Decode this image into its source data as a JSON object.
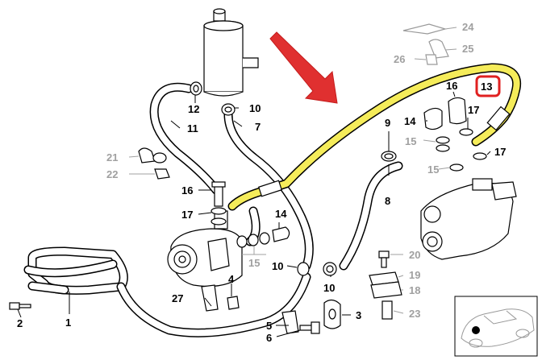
{
  "colors": {
    "highlight": "#f5ec5a",
    "arrow": "#e03030",
    "callout_box": "#e02020",
    "grey_label": "#a0a0a0"
  },
  "callouts": [
    {
      "id": "c1",
      "text": "1",
      "grey": false
    },
    {
      "id": "c2",
      "text": "2",
      "grey": false
    },
    {
      "id": "c3",
      "text": "3",
      "grey": false
    },
    {
      "id": "c4",
      "text": "4",
      "grey": false
    },
    {
      "id": "c5",
      "text": "5",
      "grey": false
    },
    {
      "id": "c6",
      "text": "6",
      "grey": false
    },
    {
      "id": "c7",
      "text": "7",
      "grey": false
    },
    {
      "id": "c8",
      "text": "8",
      "grey": false
    },
    {
      "id": "c9",
      "text": "9",
      "grey": false
    },
    {
      "id": "c10a",
      "text": "10",
      "grey": false
    },
    {
      "id": "c10b",
      "text": "10",
      "grey": false
    },
    {
      "id": "c10c",
      "text": "10",
      "grey": false
    },
    {
      "id": "c11",
      "text": "11",
      "grey": false
    },
    {
      "id": "c12",
      "text": "12",
      "grey": false
    },
    {
      "id": "c13",
      "text": "13",
      "grey": false,
      "highlighted": true
    },
    {
      "id": "c14a",
      "text": "14",
      "grey": false
    },
    {
      "id": "c14b",
      "text": "14",
      "grey": false
    },
    {
      "id": "c15a",
      "text": "15",
      "grey": true
    },
    {
      "id": "c15b",
      "text": "15",
      "grey": true
    },
    {
      "id": "c15c",
      "text": "15",
      "grey": true
    },
    {
      "id": "c16a",
      "text": "16",
      "grey": false
    },
    {
      "id": "c16b",
      "text": "16",
      "grey": false
    },
    {
      "id": "c17a",
      "text": "17",
      "grey": false
    },
    {
      "id": "c17b",
      "text": "17",
      "grey": false
    },
    {
      "id": "c17c",
      "text": "17",
      "grey": false
    },
    {
      "id": "c18",
      "text": "18",
      "grey": true
    },
    {
      "id": "c19",
      "text": "19",
      "grey": true
    },
    {
      "id": "c20",
      "text": "20",
      "grey": true
    },
    {
      "id": "c21",
      "text": "21",
      "grey": true
    },
    {
      "id": "c22",
      "text": "22",
      "grey": true
    },
    {
      "id": "c23",
      "text": "23",
      "grey": true
    },
    {
      "id": "c24",
      "text": "24",
      "grey": true
    },
    {
      "id": "c25",
      "text": "25",
      "grey": true
    },
    {
      "id": "c26",
      "text": "26",
      "grey": true
    },
    {
      "id": "c27",
      "text": "27",
      "grey": false
    }
  ],
  "icons": {
    "pointer": "arrow-icon",
    "vehicle": "car-silhouette-icon"
  }
}
